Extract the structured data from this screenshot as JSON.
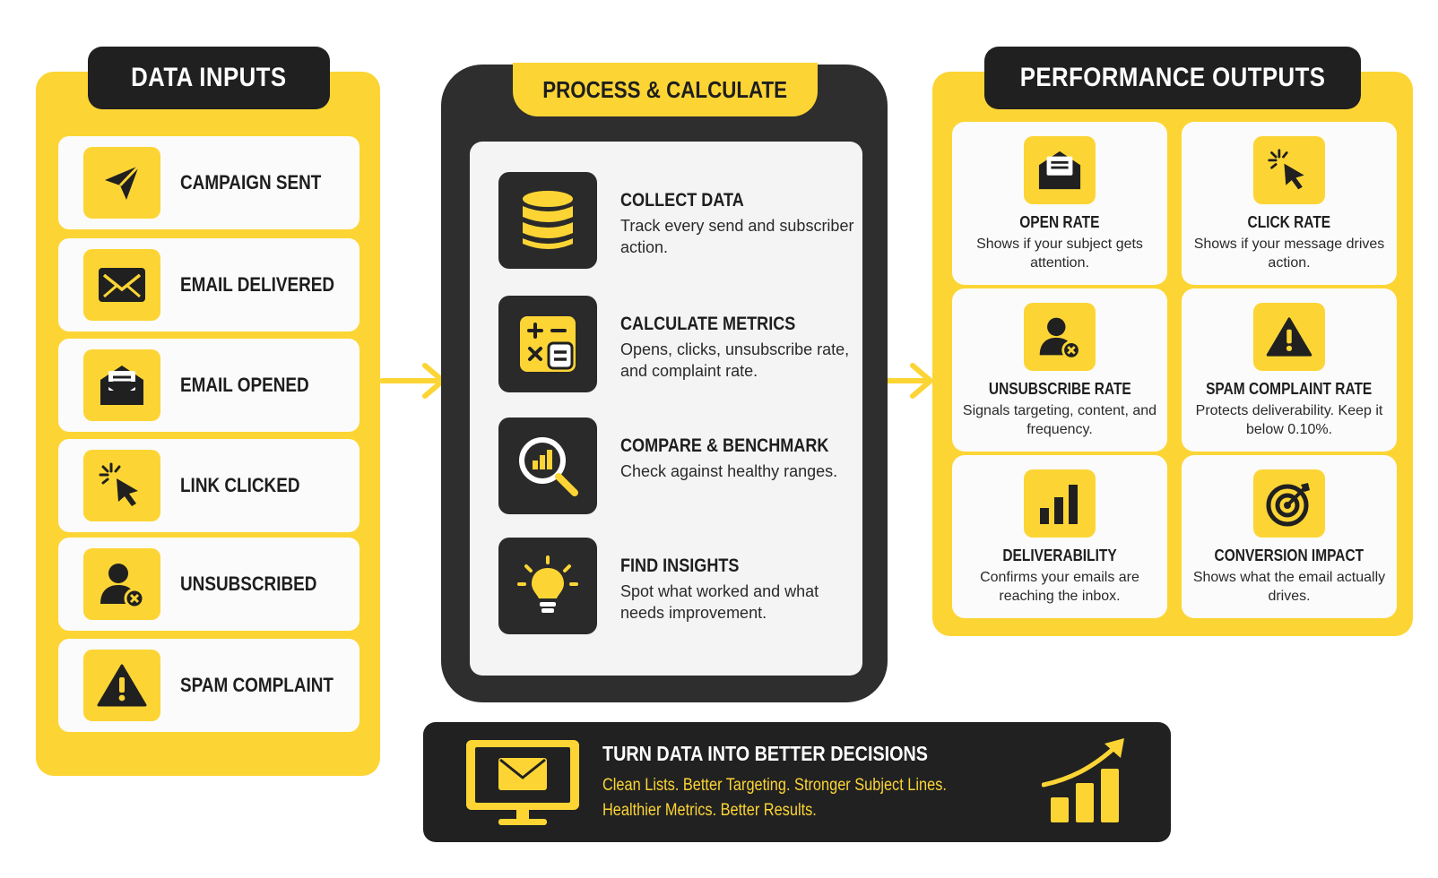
{
  "inputs": {
    "header": "DATA INPUTS",
    "items": [
      {
        "label": "CAMPAIGN SENT",
        "icon": "paper-plane-icon"
      },
      {
        "label": "EMAIL DELIVERED",
        "icon": "envelope-icon"
      },
      {
        "label": "EMAIL OPENED",
        "icon": "open-envelope-icon"
      },
      {
        "label": "LINK CLICKED",
        "icon": "cursor-click-icon"
      },
      {
        "label": "UNSUBSCRIBED",
        "icon": "user-remove-icon"
      },
      {
        "label": "SPAM COMPLAINT",
        "icon": "warning-icon"
      }
    ]
  },
  "process": {
    "header": "PROCESS & CALCULATE",
    "steps": [
      {
        "title": "COLLECT DATA",
        "desc": "Track every send and subscriber action.",
        "icon": "database-icon"
      },
      {
        "title": "CALCULATE METRICS",
        "desc": "Opens, clicks, unsubscribe rate, and complaint rate.",
        "icon": "calculator-icon"
      },
      {
        "title": "COMPARE & BENCHMARK",
        "desc": "Check against healthy ranges.",
        "icon": "magnifier-chart-icon"
      },
      {
        "title": "FIND INSIGHTS",
        "desc": "Spot what worked and what needs improvement.",
        "icon": "lightbulb-icon"
      }
    ]
  },
  "outputs": {
    "header": "PERFORMANCE OUTPUTS",
    "items": [
      {
        "title": "OPEN RATE",
        "desc": "Shows if your subject gets attention.",
        "icon": "open-envelope-icon"
      },
      {
        "title": "CLICK RATE",
        "desc": "Shows if your message drives action.",
        "icon": "cursor-click-icon"
      },
      {
        "title": "UNSUBSCRIBE RATE",
        "desc": "Signals targeting, content, and frequency.",
        "icon": "user-remove-icon"
      },
      {
        "title": "SPAM COMPLAINT RATE",
        "desc": "Protects deliverability. Keep it below 0.10%.",
        "icon": "warning-icon"
      },
      {
        "title": "DELIVERABILITY",
        "desc": "Confirms your emails are reaching the inbox.",
        "icon": "bar-chart-icon"
      },
      {
        "title": "CONVERSION IMPACT",
        "desc": "Shows what the email actually drives.",
        "icon": "target-icon"
      }
    ]
  },
  "banner": {
    "title": "TURN DATA INTO BETTER DECISIONS",
    "line1": "Clean Lists. Better Targeting. Stronger Subject Lines.",
    "line2": "Healthier Metrics. Better Results."
  },
  "colors": {
    "accent": "#fcd535",
    "dark": "#212121",
    "card": "#fbfbfb"
  }
}
